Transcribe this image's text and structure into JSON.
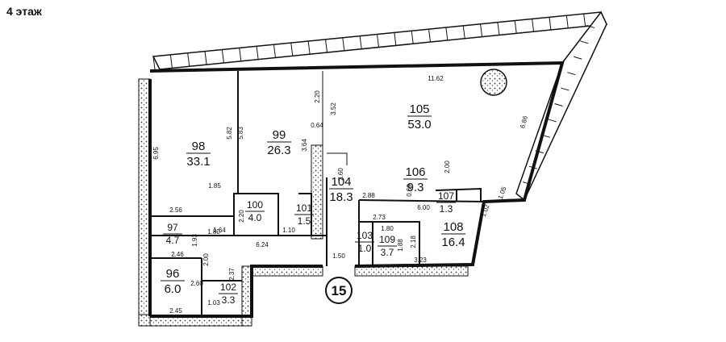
{
  "floor_label": "4 этаж",
  "section_number": "15",
  "rooms": [
    {
      "id": "98",
      "area": "33.1"
    },
    {
      "id": "99",
      "area": "26.3"
    },
    {
      "id": "100",
      "area": "4.0"
    },
    {
      "id": "101",
      "area": "1.5"
    },
    {
      "id": "104",
      "area": "18.3"
    },
    {
      "id": "105",
      "area": "53.0"
    },
    {
      "id": "106",
      "area": "9.3"
    },
    {
      "id": "107",
      "area": "1.3"
    },
    {
      "id": "108",
      "area": "16.4"
    },
    {
      "id": "109",
      "area": "3.7"
    },
    {
      "id": "103",
      "area": "1.0"
    },
    {
      "id": "97",
      "area": "4.7"
    },
    {
      "id": "96",
      "area": "6.0"
    },
    {
      "id": "102",
      "area": "3.3"
    }
  ],
  "dimensions": [
    "11.62",
    "6.86",
    "6.95",
    "5.82",
    "5.83",
    "2.20",
    "3.52",
    "0.64",
    "3.64",
    "1.85",
    "2.20",
    "1.80",
    "1.64",
    "6.24",
    "1.10",
    "2.56",
    "1.93",
    "2.46",
    "2.00",
    "2.37",
    "2.60",
    "2.45",
    "1.03",
    "2.60",
    "2.88",
    "0.69",
    "6.00",
    "1.05",
    "1.02",
    "2.73",
    "1.80",
    "2.18",
    "1.88",
    "3.23",
    "1.50",
    "2.00"
  ]
}
